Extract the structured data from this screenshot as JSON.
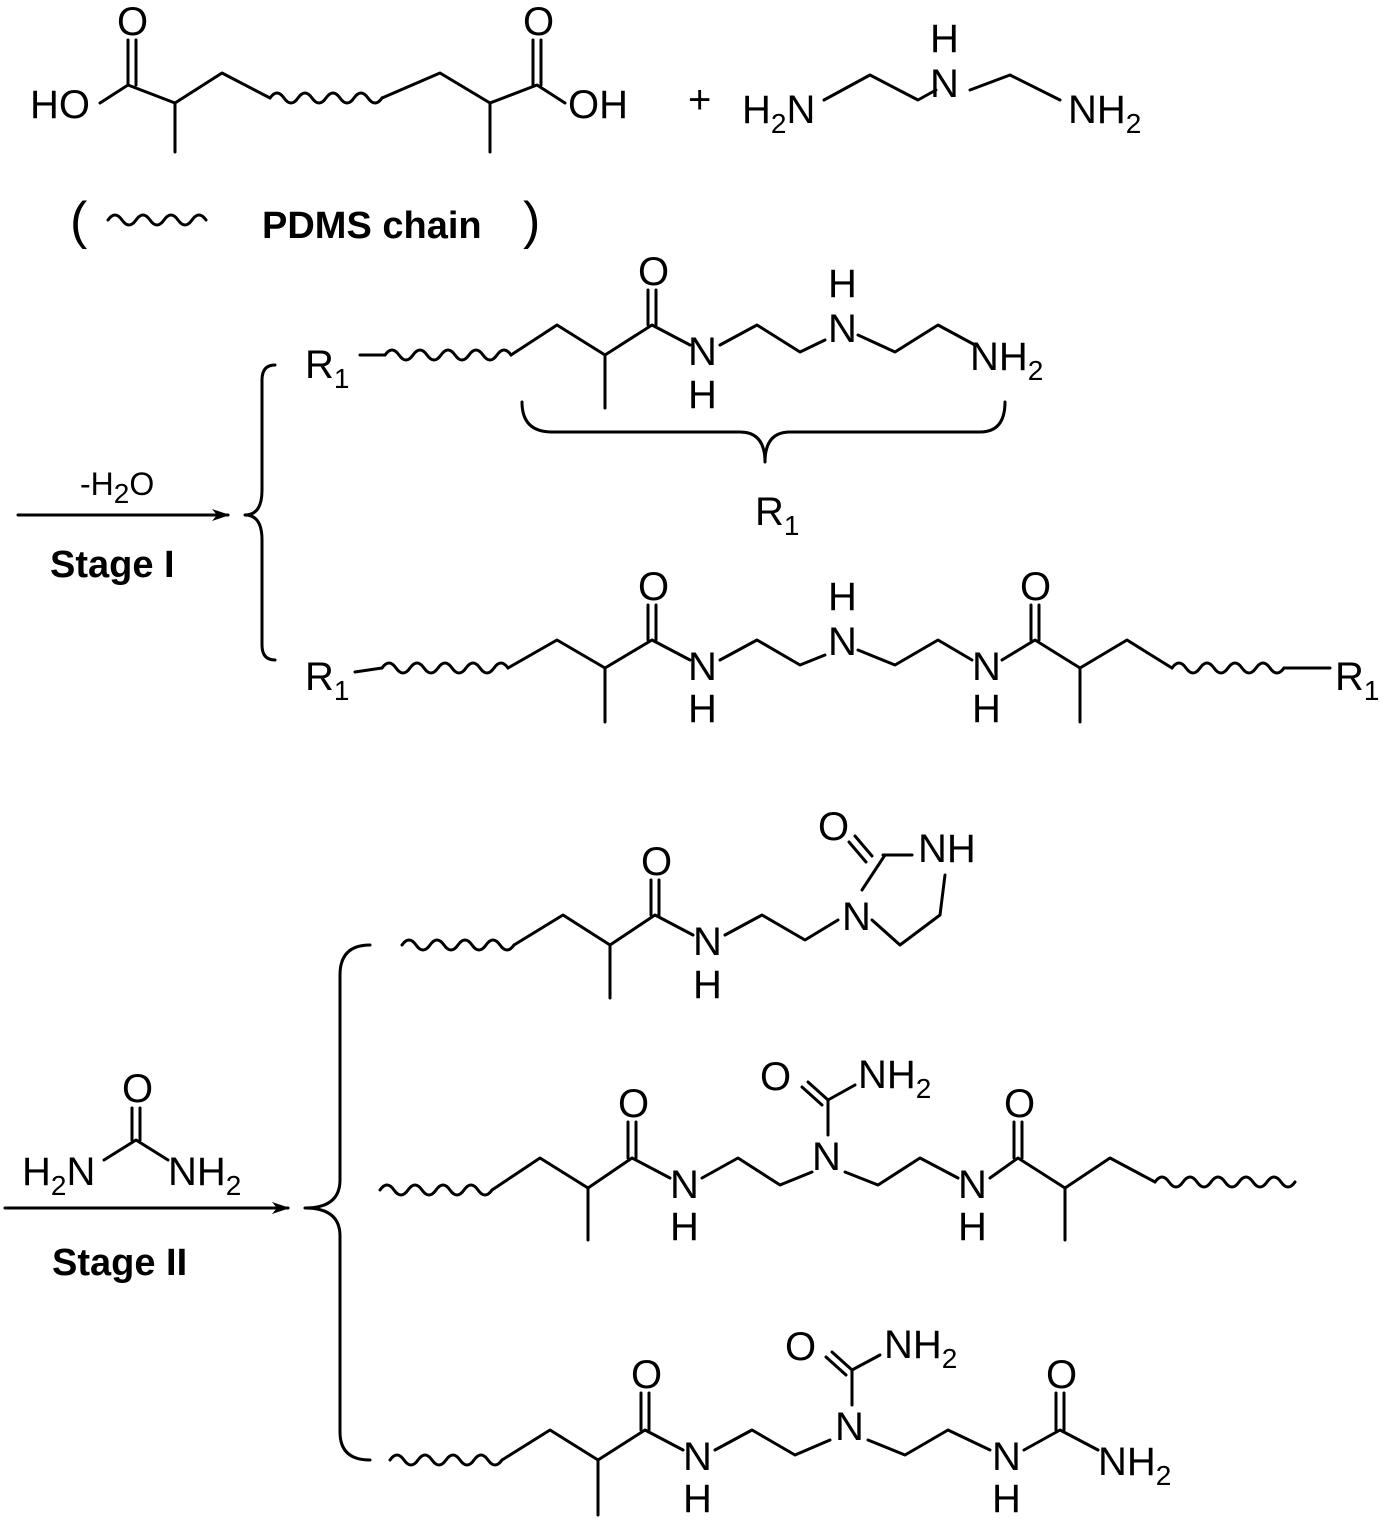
{
  "labels": {
    "ho": "HO",
    "oh": "OH",
    "o": "O",
    "h": "H",
    "n": "N",
    "nh": "NH",
    "h2n_prefix": "H",
    "h2n_sub": "2",
    "h2n_suffix": "N",
    "nh2_prefix": "NH",
    "nh2_sub": "2",
    "r": "R",
    "r_sub": "1",
    "plus": "+",
    "pdms_chain": "PDMS chain",
    "open_paren": "(",
    "close_paren": ")",
    "water_minus": "-H",
    "water_sub": "2",
    "water_o": "O",
    "stage1": "Stage I",
    "stage2": "Stage II"
  }
}
